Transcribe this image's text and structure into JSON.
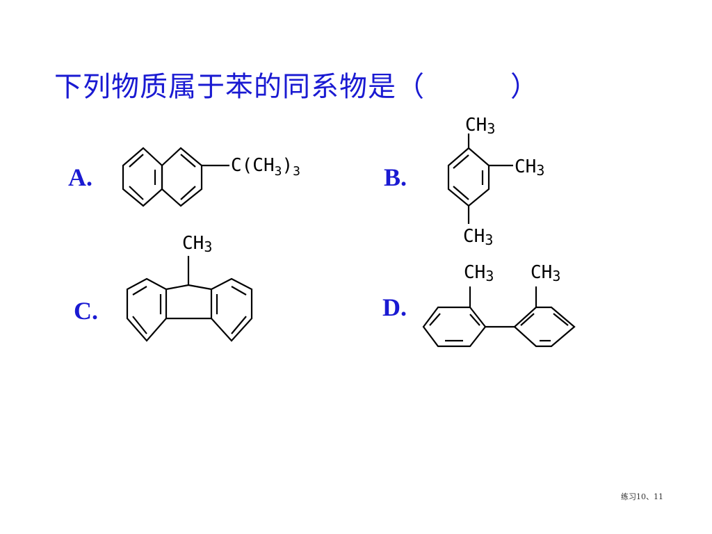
{
  "question": {
    "text": "下列物质属于苯的同系物是（　　　）"
  },
  "options": [
    {
      "label": "A.",
      "substituent": "C(CH",
      "sub_3": "3",
      "sub_close": ")",
      "sub_outer": "3"
    },
    {
      "label": "B.",
      "groups": [
        "CH",
        "CH",
        "CH"
      ],
      "sub": "3"
    },
    {
      "label": "C.",
      "groups": [
        "CH"
      ],
      "sub": "3"
    },
    {
      "label": "D.",
      "groups": [
        "CH",
        "CH"
      ],
      "sub": "3"
    }
  ],
  "footer": {
    "text": "练习10、11"
  }
}
